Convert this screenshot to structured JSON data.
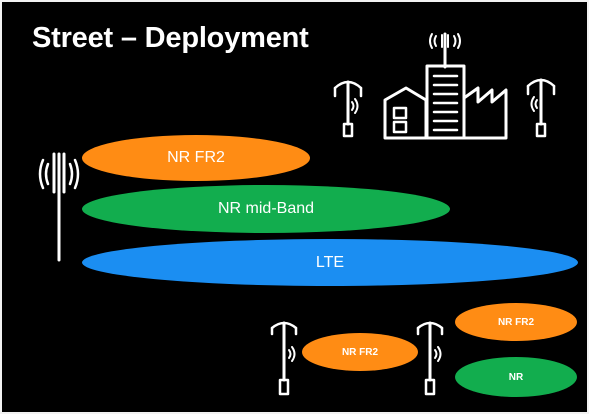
{
  "title": "Street – Deployment",
  "layers": {
    "fr2": "NR FR2",
    "mid": "NR mid-Band",
    "lte": "LTE"
  },
  "small_cells": {
    "fr2_a": "NR FR2",
    "fr2_b": "NR FR2",
    "nr": "NR"
  },
  "colors": {
    "fr2": "#ff8c14",
    "mid": "#12ad4e",
    "lte": "#1b8ef2",
    "background": "#000000",
    "line": "#ffffff"
  },
  "icons": [
    "antenna-signal-icon",
    "street-lamp-icon",
    "buildings-icon",
    "factory-icon"
  ]
}
